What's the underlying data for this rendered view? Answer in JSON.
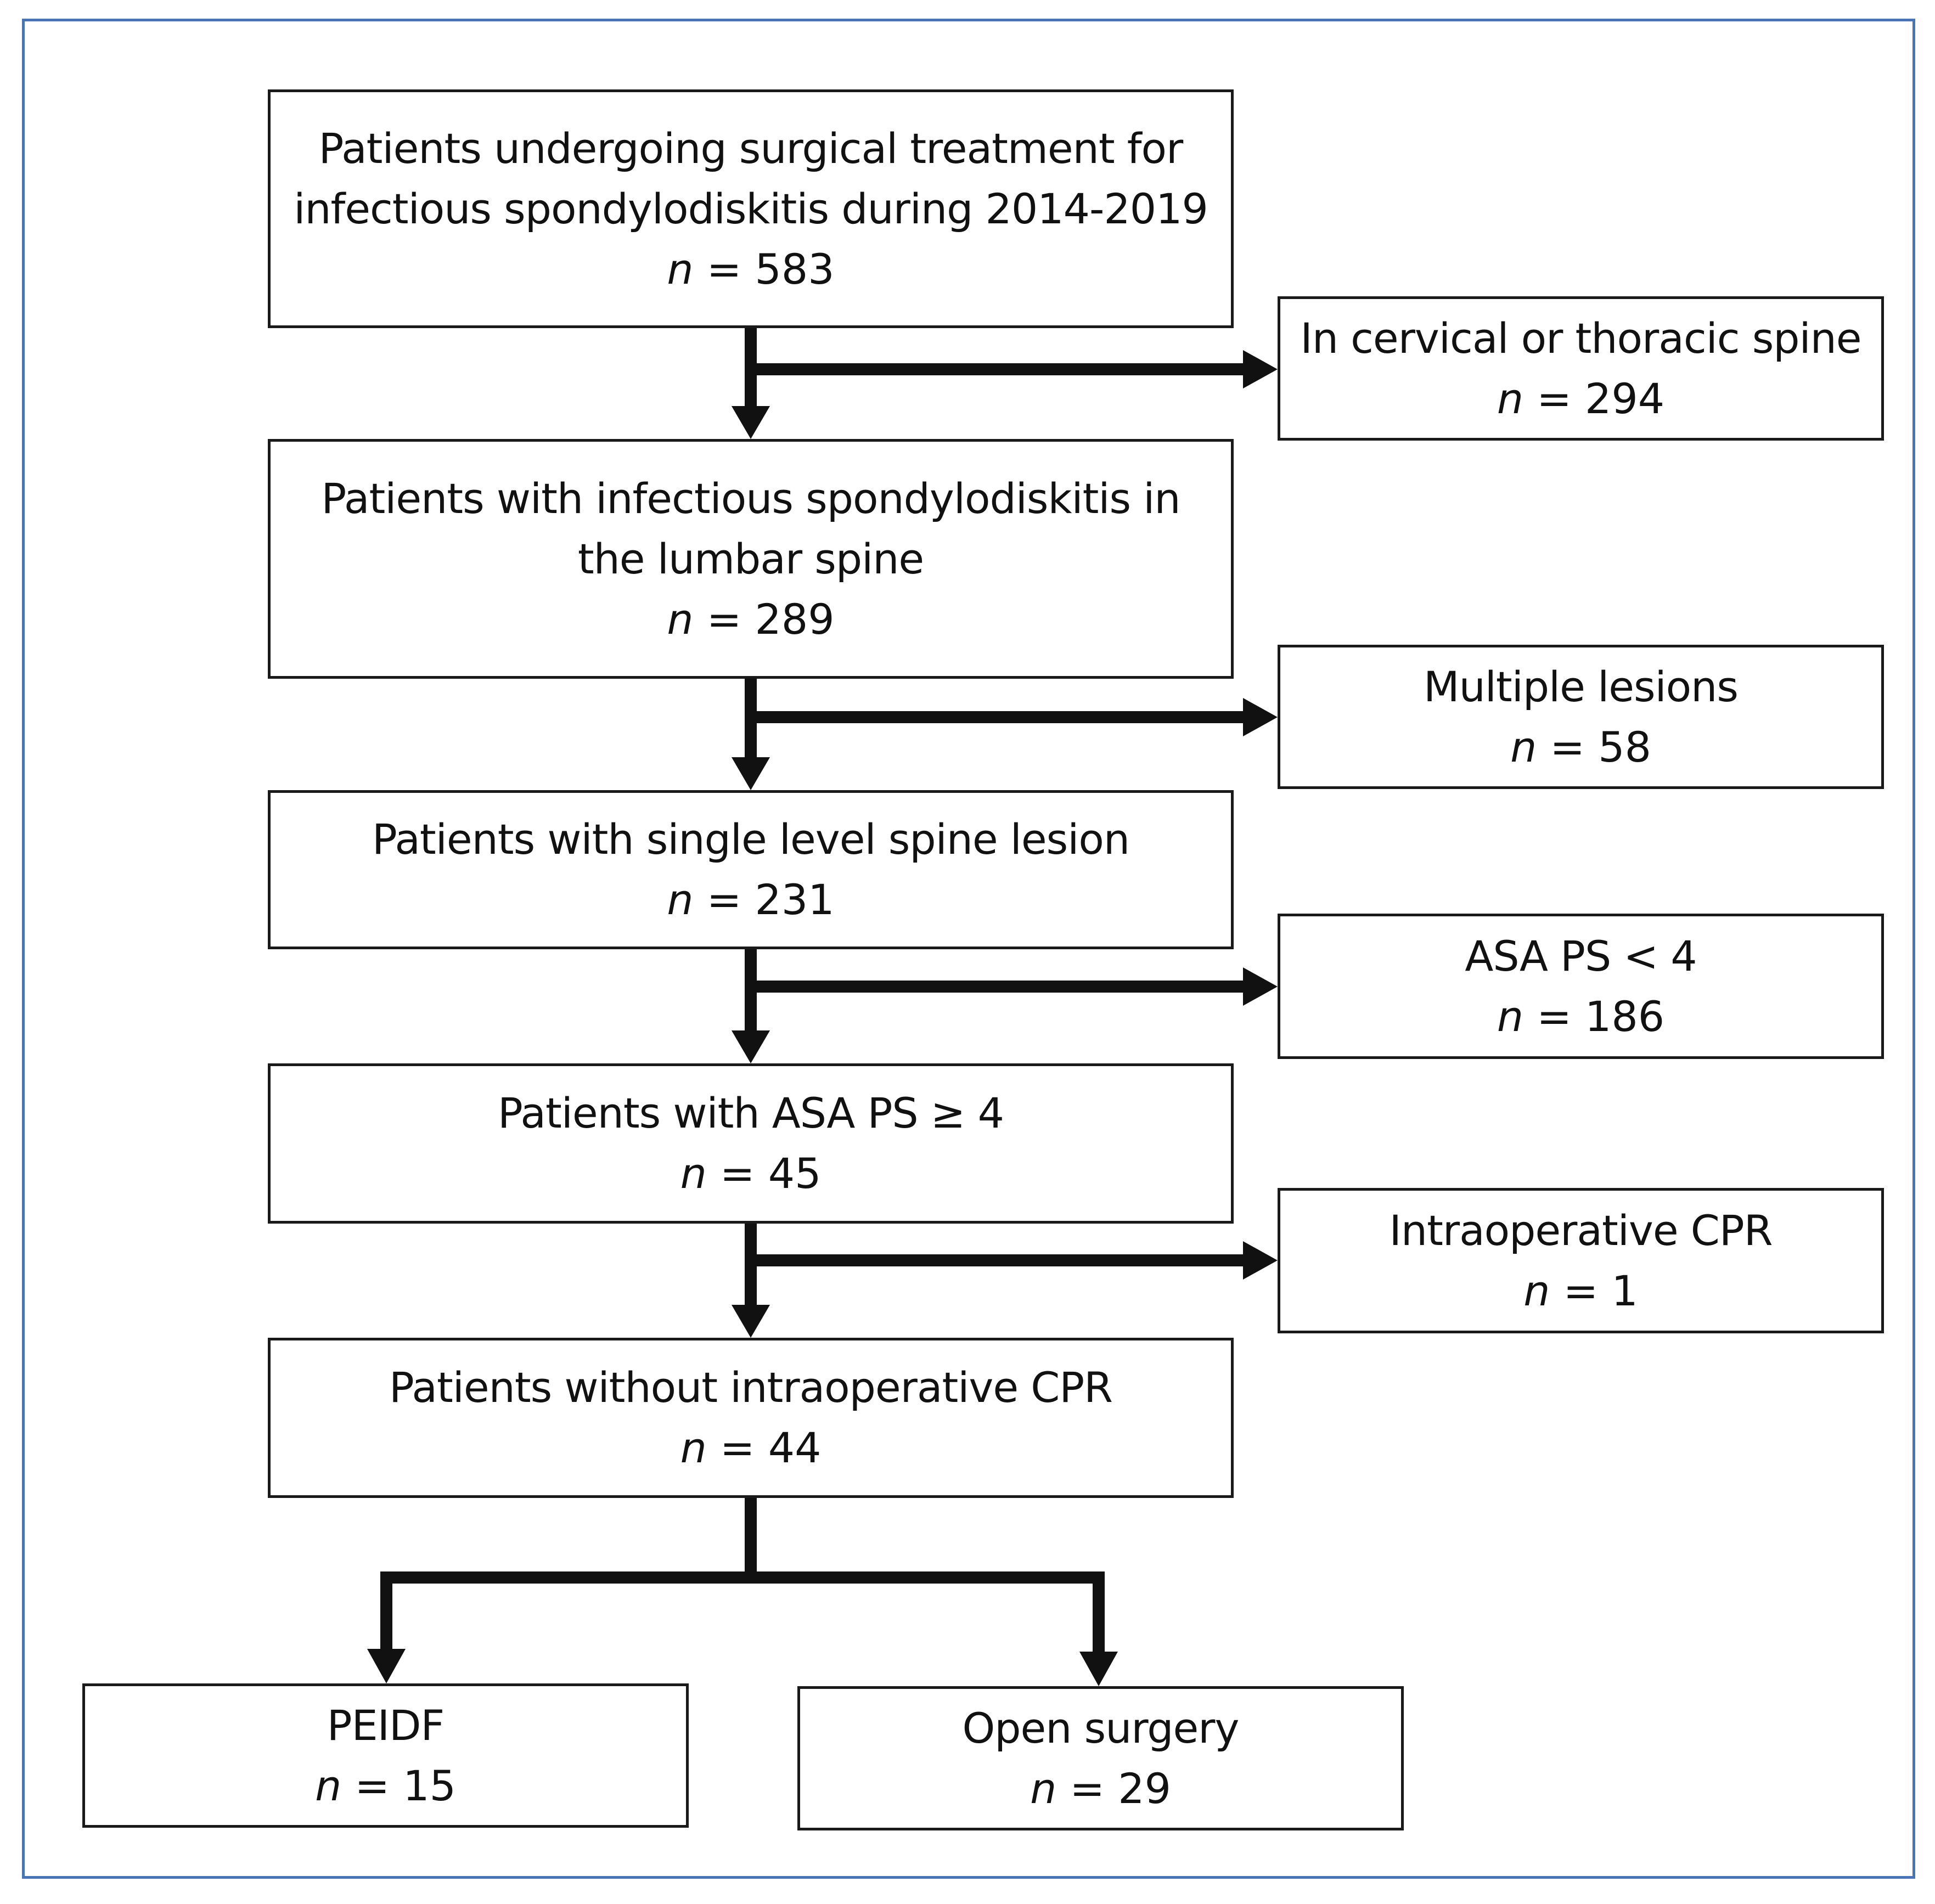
{
  "boxes": {
    "b1": {
      "lines": [
        "Patients undergoing surgical treatment for",
        "infectious spondylodiskitis during 2014-2019"
      ],
      "n_prefix": "n",
      "n_value": " = 583"
    },
    "e1": {
      "lines": [
        "In cervical or thoracic spine"
      ],
      "n_prefix": "n",
      "n_value": " = 294"
    },
    "b2": {
      "lines": [
        "Patients with infectious spondylodiskitis in",
        "the lumbar spine"
      ],
      "n_prefix": "n",
      "n_value": " = 289"
    },
    "e2": {
      "lines": [
        "Multiple lesions"
      ],
      "n_prefix": "n",
      "n_value": " = 58"
    },
    "b3": {
      "lines": [
        "Patients with single level spine lesion"
      ],
      "n_prefix": "n",
      "n_value": " = 231"
    },
    "e3": {
      "lines": [
        "ASA PS < 4"
      ],
      "n_prefix": "n",
      "n_value": " = 186"
    },
    "b4": {
      "lines": [
        "Patients with ASA PS ≥ 4"
      ],
      "n_prefix": "n",
      "n_value": " = 45"
    },
    "e4": {
      "lines": [
        "Intraoperative CPR"
      ],
      "n_prefix": "n",
      "n_value": " = 1"
    },
    "b5": {
      "lines": [
        "Patients without intraoperative CPR"
      ],
      "n_prefix": "n",
      "n_value": " = 44"
    },
    "o1": {
      "lines": [
        "PEIDF"
      ],
      "n_prefix": "n",
      "n_value": " = 15"
    },
    "o2": {
      "lines": [
        "Open surgery"
      ],
      "n_prefix": "n",
      "n_value": " = 29"
    }
  },
  "colors": {
    "frame": "#4a74b5",
    "stroke": "#111111"
  }
}
